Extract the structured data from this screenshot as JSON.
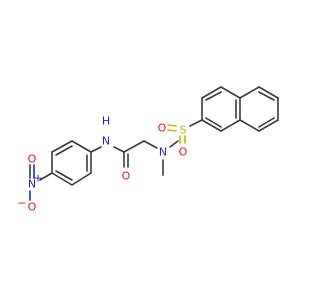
{
  "molecule": {
    "colors": {
      "bond": "#3a3a3a",
      "nitrogen": "#1e22d6",
      "oxygen": "#e8140c",
      "sulfur": "#c8b400",
      "background": "#ffffff"
    },
    "labels": {
      "nitro_N": "N",
      "nitro_O_top": "O",
      "nitro_O_bottom": "O",
      "amide_N": "N",
      "amide_H": "H",
      "carbonyl_O": "O",
      "sulfonamide_N": "N",
      "sulfur": "S",
      "sulfonyl_O_left": "O",
      "sulfonyl_O_bottom": "O",
      "plus": "+",
      "minus": "−"
    }
  }
}
